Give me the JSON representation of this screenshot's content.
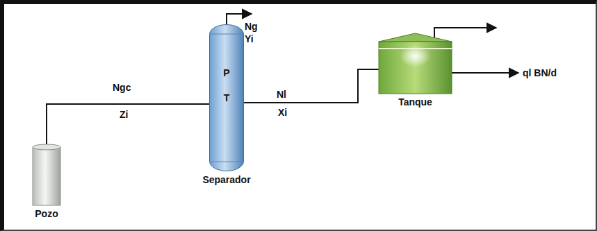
{
  "diagram": {
    "nodes": [
      {
        "text": [
          "Pozo"
        ]
      },
      {
        "text": [
          "P",
          "T",
          "Separador"
        ]
      },
      {
        "text": [
          "Tanque"
        ]
      }
    ],
    "edges": [
      {
        "from": 0,
        "to": 1,
        "label": "Ngc",
        "arrow": "none"
      },
      {
        "from": 1,
        "to": 2,
        "label": "Nl",
        "arrow": "none"
      }
    ],
    "labels": [
      "Ng",
      "Yi",
      "Zi",
      "Xi",
      "ql BN/d"
    ]
  }
}
